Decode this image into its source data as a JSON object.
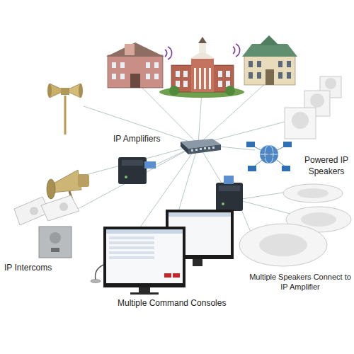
{
  "diagram": {
    "labels": [
      "IP Amplifiers",
      "Powered IP Speakers",
      "IP Intercoms",
      "Multiple Command Consoles",
      "Multiple Speakers Connect to IP Amplifier"
    ]
  }
}
